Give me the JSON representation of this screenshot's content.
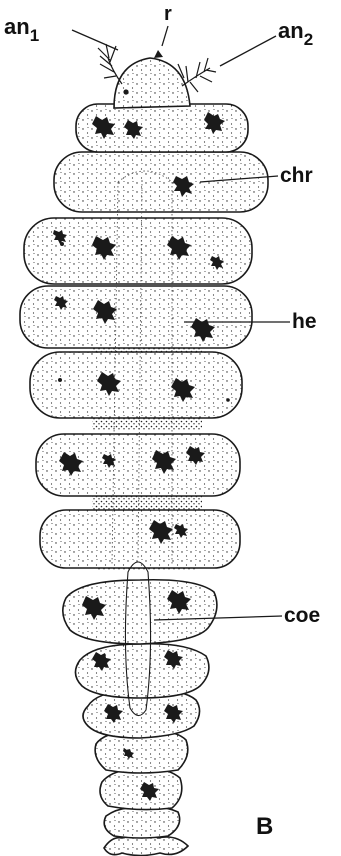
{
  "figure": {
    "panel_letter": "B",
    "labels": {
      "an1_base": "an",
      "an1_sub": "1",
      "r": "r",
      "an2_base": "an",
      "an2_sub": "2",
      "chr": "chr",
      "he": "he",
      "coe": "coe"
    },
    "structures": [
      "head",
      "antenna-1",
      "antenna-2",
      "rostrum",
      "chromatophores",
      "heart",
      "coelom",
      "body-segments"
    ]
  }
}
